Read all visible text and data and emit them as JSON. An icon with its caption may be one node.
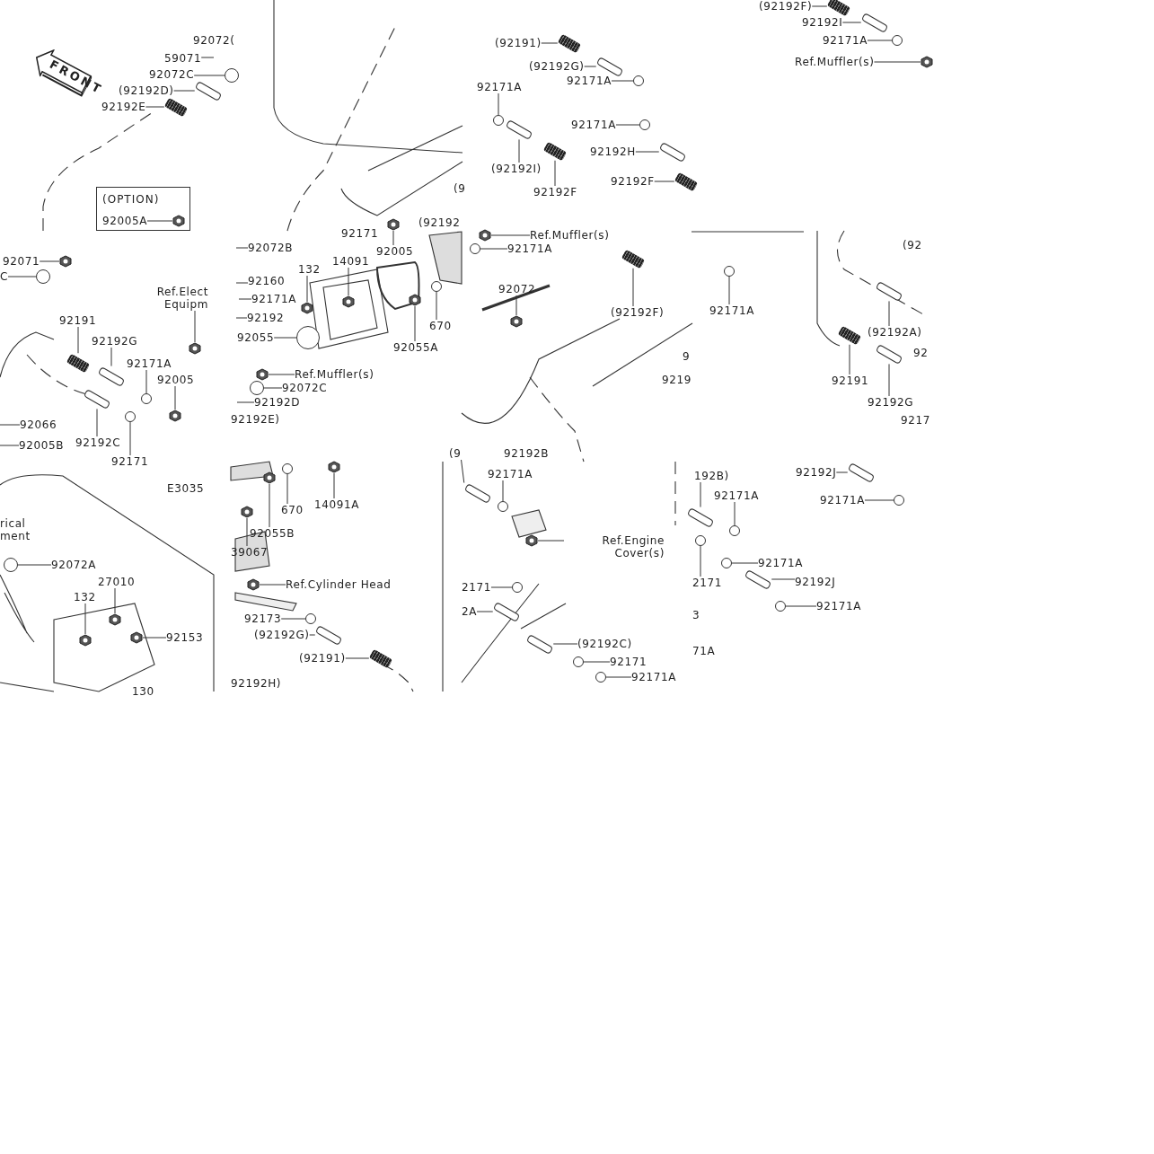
{
  "diagram": {
    "nodes": [
      {
        "text": [
          "(OPTION)"
        ]
      },
      {
        "text": [
          "92005A"
        ],
        "in": 0
      },
      {
        "text": [
          "FRONT"
        ]
      },
      {
        "text": [
          "59071"
        ]
      },
      {
        "text": [
          "92072C"
        ]
      },
      {
        "text": [
          "(92192D)"
        ]
      },
      {
        "text": [
          "92192E"
        ]
      },
      {
        "text": [
          "92005"
        ]
      },
      {
        "text": [
          "(92191)"
        ]
      },
      {
        "text": [
          "(92192G)"
        ]
      },
      {
        "text": [
          "92171A"
        ]
      },
      {
        "text": [
          "92171A"
        ]
      },
      {
        "text": [
          "92171A"
        ]
      },
      {
        "text": [
          "(92192I)"
        ]
      },
      {
        "text": [
          "92192H"
        ]
      },
      {
        "text": [
          "92192F"
        ]
      },
      {
        "text": [
          "92192F"
        ]
      },
      {
        "text": [
          "Ref.Muffler(s)"
        ]
      },
      {
        "text": [
          "92171A"
        ]
      },
      {
        "text": [
          "(92192F)"
        ]
      },
      {
        "text": [
          "92192I"
        ]
      },
      {
        "text": [
          "92171A"
        ]
      },
      {
        "text": [
          "Ref.Muffler(s)"
        ]
      },
      {
        "text": [
          "92071"
        ]
      },
      {
        "text": [
          "C"
        ]
      },
      {
        "text": [
          "92191"
        ]
      },
      {
        "text": [
          "92192G"
        ]
      },
      {
        "text": [
          "92171A"
        ]
      },
      {
        "text": [
          "92005"
        ]
      },
      {
        "text": [
          "92066"
        ]
      },
      {
        "text": [
          "92005B"
        ]
      },
      {
        "text": [
          "92192C"
        ]
      },
      {
        "text": [
          "92171"
        ]
      },
      {
        "text": [
          "Ref.Elect Equipm"
        ]
      },
      {
        "text": [
          "92072A"
        ]
      },
      {
        "text": [
          "27010"
        ]
      },
      {
        "text": [
          "132"
        ]
      },
      {
        "text": [
          "92153"
        ]
      },
      {
        "text": [
          "92072B"
        ]
      },
      {
        "text": [
          "92160"
        ]
      },
      {
        "text": [
          "92171A"
        ]
      },
      {
        "text": [
          "92192"
        ]
      },
      {
        "text": [
          "92055"
        ]
      },
      {
        "text": [
          "132"
        ]
      },
      {
        "text": [
          "14091"
        ]
      },
      {
        "text": [
          "92055A"
        ]
      },
      {
        "text": [
          "670"
        ]
      },
      {
        "text": [
          "Ref.Muffler(s)"
        ]
      },
      {
        "text": [
          "92072C"
        ]
      },
      {
        "text": [
          "92192D"
        ]
      },
      {
        "text": [
          "14091A"
        ]
      },
      {
        "text": [
          "670"
        ]
      },
      {
        "text": [
          "92055B"
        ]
      },
      {
        "text": [
          "39067"
        ]
      },
      {
        "text": [
          "Ref.Cylinder Head"
        ]
      },
      {
        "text": [
          "92173"
        ]
      },
      {
        "text": [
          "(92192G)"
        ]
      },
      {
        "text": [
          "(92191)"
        ]
      },
      {
        "text": [
          "92072"
        ]
      },
      {
        "text": [
          "(92192F)"
        ]
      },
      {
        "text": [
          "(9"
        ]
      },
      {
        "text": [
          "92171A"
        ]
      },
      {
        "text": [
          "Ref.Engine Cover(s)"
        ]
      },
      {
        "text": [
          "2171"
        ]
      },
      {
        "text": [
          "2A"
        ]
      },
      {
        "text": [
          "(92192C)"
        ]
      },
      {
        "text": [
          "92171"
        ]
      },
      {
        "text": [
          "92171A"
        ]
      },
      {
        "text": [
          "92171A"
        ]
      },
      {
        "text": [
          "(92192A)"
        ]
      },
      {
        "text": [
          "92191"
        ]
      },
      {
        "text": [
          "92192G"
        ]
      },
      {
        "text": [
          "192B)"
        ]
      },
      {
        "text": [
          "92171A"
        ]
      },
      {
        "text": [
          "2171"
        ]
      },
      {
        "text": [
          "92171A"
        ]
      },
      {
        "text": [
          "92192J"
        ]
      },
      {
        "text": [
          "92171A"
        ]
      },
      {
        "text": [
          "92192J"
        ]
      },
      {
        "text": [
          "92171A"
        ]
      },
      {
        "text": [],
        "shape": "picture",
        "in": 0
      },
      {
        "text": [],
        "shape": "circle"
      },
      {
        "text": [],
        "shape": "bar"
      },
      {
        "text": [],
        "shape": "spring"
      },
      {
        "text": [],
        "shape": "picture"
      },
      {
        "text": [],
        "shape": "spring"
      },
      {
        "text": [],
        "shape": "bar"
      },
      {
        "text": [],
        "shape": "circle"
      },
      {
        "text": [],
        "shape": "circle"
      },
      {
        "text": [],
        "shape": "circle"
      },
      {
        "text": [],
        "shape": "bar"
      },
      {
        "text": [],
        "shape": "bar"
      },
      {
        "text": [],
        "shape": "spring"
      },
      {
        "text": [],
        "shape": "spring"
      },
      {
        "text": [],
        "shape": "picture"
      },
      {
        "text": [],
        "shape": "circle"
      },
      {
        "text": [],
        "shape": "spring"
      },
      {
        "text": [],
        "shape": "bar"
      },
      {
        "text": [],
        "shape": "circle"
      },
      {
        "text": [],
        "shape": "picture"
      },
      {
        "text": [],
        "shape": "picture"
      },
      {
        "text": [],
        "shape": "circle"
      },
      {
        "text": [],
        "shape": "spring"
      },
      {
        "text": [],
        "shape": "bar"
      },
      {
        "text": [],
        "shape": "circle"
      },
      {
        "text": [],
        "shape": "picture"
      },
      {
        "text": [],
        "shape": "bar"
      },
      {
        "text": [],
        "shape": "circle"
      },
      {
        "text": [],
        "shape": "picture"
      },
      {
        "text": [],
        "shape": "circle"
      },
      {
        "text": [],
        "shape": "picture"
      },
      {
        "text": [],
        "shape": "picture"
      },
      {
        "text": [],
        "shape": "picture"
      },
      {
        "text": [],
        "shape": "circle"
      },
      {
        "text": [],
        "shape": "picture"
      },
      {
        "text": [],
        "shape": "picture"
      },
      {
        "text": [],
        "shape": "picture"
      },
      {
        "text": [],
        "shape": "circle"
      },
      {
        "text": [],
        "shape": "picture"
      },
      {
        "text": [],
        "shape": "circle"
      },
      {
        "text": [],
        "shape": "picture"
      },
      {
        "text": [],
        "shape": "circle"
      },
      {
        "text": [],
        "shape": "picture"
      },
      {
        "text": [],
        "shape": "picture"
      },
      {
        "text": [],
        "shape": "picture"
      },
      {
        "text": [],
        "shape": "circle"
      },
      {
        "text": [],
        "shape": "bar"
      },
      {
        "text": [],
        "shape": "spring"
      },
      {
        "text": [],
        "shape": "picture"
      },
      {
        "text": [],
        "shape": "spring"
      },
      {
        "text": [],
        "shape": "bar"
      },
      {
        "text": [],
        "shape": "circle"
      },
      {
        "text": [],
        "shape": "picture"
      },
      {
        "text": [],
        "shape": "circle"
      },
      {
        "text": [],
        "shape": "bar"
      },
      {
        "text": [],
        "shape": "bar"
      },
      {
        "text": [],
        "shape": "circle"
      },
      {
        "text": [],
        "shape": "circle"
      },
      {
        "text": [],
        "shape": "circle"
      },
      {
        "text": [],
        "shape": "bar"
      },
      {
        "text": [],
        "shape": "spring"
      },
      {
        "text": [],
        "shape": "bar"
      },
      {
        "text": [],
        "shape": "bar"
      },
      {
        "text": [],
        "shape": "circle"
      },
      {
        "text": [],
        "shape": "circle"
      },
      {
        "text": [],
        "shape": "circle"
      },
      {
        "text": [],
        "shape": "bar"
      },
      {
        "text": [],
        "shape": "circle"
      },
      {
        "text": [],
        "shape": "bar"
      },
      {
        "text": [],
        "shape": "circle"
      }
    ],
    "edges": [
      {
        "from": 1,
        "to": 80,
        "arrow": "none"
      },
      {
        "from": 3,
        "to": null,
        "arrow": "none"
      },
      {
        "from": 4,
        "to": 81,
        "arrow": "none"
      },
      {
        "from": 5,
        "to": 82,
        "arrow": "none"
      },
      {
        "from": 6,
        "to": 83,
        "arrow": "none"
      },
      {
        "from": 7,
        "to": 84,
        "arrow": "none"
      },
      {
        "from": 8,
        "to": 85,
        "arrow": "none"
      },
      {
        "from": 9,
        "to": 86,
        "arrow": "none"
      },
      {
        "from": 10,
        "to": 87,
        "arrow": "none"
      },
      {
        "from": 11,
        "to": 88,
        "arrow": "none"
      },
      {
        "from": 12,
        "to": 89,
        "arrow": "none"
      },
      {
        "from": 13,
        "to": 90,
        "arrow": "none"
      },
      {
        "from": 14,
        "to": 91,
        "arrow": "none"
      },
      {
        "from": 15,
        "to": 92,
        "arrow": "none"
      },
      {
        "from": 16,
        "to": 93,
        "arrow": "none"
      },
      {
        "from": 17,
        "to": 94,
        "arrow": "none"
      },
      {
        "from": 18,
        "to": 95,
        "arrow": "none"
      },
      {
        "from": 19,
        "to": 96,
        "arrow": "none"
      },
      {
        "from": 20,
        "to": 97,
        "arrow": "none"
      },
      {
        "from": 21,
        "to": 98,
        "arrow": "none"
      },
      {
        "from": 22,
        "to": 99,
        "arrow": "none"
      },
      {
        "from": 23,
        "to": 100,
        "arrow": "none"
      },
      {
        "from": 24,
        "to": 101,
        "arrow": "none"
      },
      {
        "from": 25,
        "to": 102,
        "arrow": "none"
      },
      {
        "from": 26,
        "to": 103,
        "arrow": "none"
      },
      {
        "from": 27,
        "to": 104,
        "arrow": "none"
      },
      {
        "from": 28,
        "to": 105,
        "arrow": "none"
      },
      {
        "from": 29,
        "to": null,
        "arrow": "none"
      },
      {
        "from": 30,
        "to": null,
        "arrow": "none"
      },
      {
        "from": 31,
        "to": 106,
        "arrow": "none"
      },
      {
        "from": 32,
        "to": 107,
        "arrow": "none"
      },
      {
        "from": 33,
        "to": 108,
        "arrow": "none"
      },
      {
        "from": 34,
        "to": 109,
        "arrow": "none"
      },
      {
        "from": 35,
        "to": 110,
        "arrow": "none"
      },
      {
        "from": 36,
        "to": 111,
        "arrow": "none"
      },
      {
        "from": 37,
        "to": 112,
        "arrow": "none"
      },
      {
        "from": 38,
        "to": null,
        "arrow": "none"
      },
      {
        "from": 39,
        "to": null,
        "arrow": "none"
      },
      {
        "from": 40,
        "to": null,
        "arrow": "none"
      },
      {
        "from": 41,
        "to": null,
        "arrow": "none"
      },
      {
        "from": 42,
        "to": 113,
        "arrow": "none"
      },
      {
        "from": 43,
        "to": 114,
        "arrow": "none"
      },
      {
        "from": 44,
        "to": 115,
        "arrow": "none"
      },
      {
        "from": 45,
        "to": 116,
        "arrow": "none"
      },
      {
        "from": 46,
        "to": 117,
        "arrow": "none"
      },
      {
        "from": 47,
        "to": 118,
        "arrow": "none"
      },
      {
        "from": 48,
        "to": 119,
        "arrow": "none"
      },
      {
        "from": 49,
        "to": null,
        "arrow": "none"
      },
      {
        "from": 50,
        "to": 120,
        "arrow": "none"
      },
      {
        "from": 51,
        "to": 121,
        "arrow": "none"
      },
      {
        "from": 52,
        "to": 122,
        "arrow": "none"
      },
      {
        "from": 53,
        "to": 123,
        "arrow": "none"
      },
      {
        "from": 54,
        "to": 124,
        "arrow": "none"
      },
      {
        "from": 55,
        "to": 125,
        "arrow": "none"
      },
      {
        "from": 56,
        "to": 126,
        "arrow": "none"
      },
      {
        "from": 57,
        "to": 127,
        "arrow": "none"
      },
      {
        "from": 58,
        "to": 128,
        "arrow": "none"
      },
      {
        "from": 59,
        "to": 129,
        "arrow": "none"
      },
      {
        "from": 60,
        "to": 130,
        "arrow": "none"
      },
      {
        "from": 61,
        "to": 131,
        "arrow": "none"
      },
      {
        "from": 62,
        "to": 132,
        "arrow": "none"
      },
      {
        "from": 63,
        "to": 133,
        "arrow": "none"
      },
      {
        "from": 64,
        "to": 134,
        "arrow": "none"
      },
      {
        "from": 65,
        "to": 135,
        "arrow": "none"
      },
      {
        "from": 66,
        "to": 136,
        "arrow": "none"
      },
      {
        "from": 67,
        "to": 137,
        "arrow": "none"
      },
      {
        "from": 68,
        "to": 138,
        "arrow": "none"
      },
      {
        "from": 69,
        "to": 139,
        "arrow": "none"
      },
      {
        "from": 70,
        "to": 140,
        "arrow": "none"
      },
      {
        "from": 71,
        "to": 141,
        "arrow": "none"
      },
      {
        "from": 72,
        "to": 142,
        "arrow": "none"
      },
      {
        "from": 73,
        "to": 143,
        "arrow": "none"
      },
      {
        "from": 74,
        "to": 144,
        "arrow": "none"
      },
      {
        "from": 75,
        "to": 145,
        "arrow": "none"
      },
      {
        "from": 76,
        "to": 146,
        "arrow": "none"
      },
      {
        "from": 77,
        "to": 147,
        "arrow": "none"
      },
      {
        "from": 78,
        "to": 148,
        "arrow": "none"
      },
      {
        "from": 79,
        "to": 149,
        "arrow": "none"
      }
    ],
    "labels": [
      "92072(",
      "(92192",
      "92171",
      "(9",
      "E3035",
      "rical ment",
      "130",
      "92192E)",
      "92192H)",
      "9",
      "9219",
      "(92",
      "92",
      "9217",
      "92192B",
      "3",
      "71A"
    ]
  }
}
